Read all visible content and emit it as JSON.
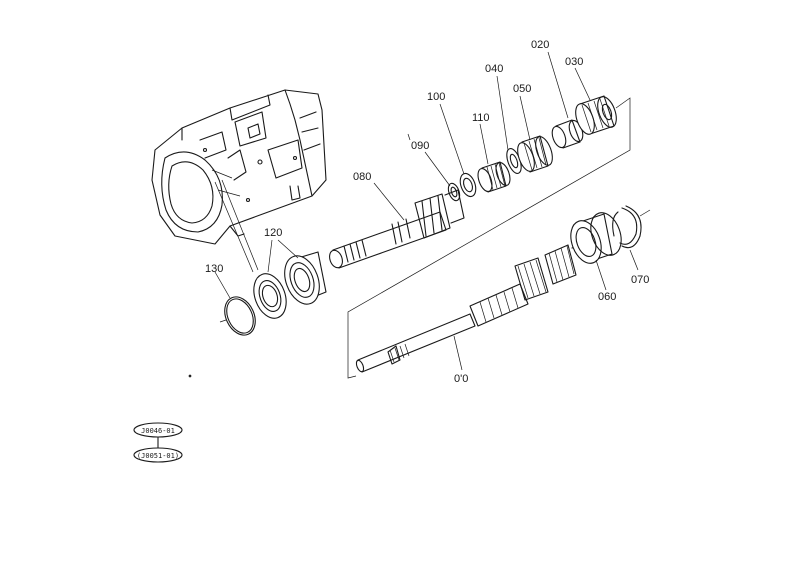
{
  "parts": [
    {
      "id": "p020",
      "label": "020"
    },
    {
      "id": "p030",
      "label": "030"
    },
    {
      "id": "p040",
      "label": "040"
    },
    {
      "id": "p050",
      "label": "050"
    },
    {
      "id": "p100",
      "label": "100"
    },
    {
      "id": "p110",
      "label": "110"
    },
    {
      "id": "p090",
      "label": "090"
    },
    {
      "id": "p080",
      "label": "080"
    },
    {
      "id": "p120",
      "label": "120"
    },
    {
      "id": "p130",
      "label": "130"
    },
    {
      "id": "p010",
      "label": "0'0"
    },
    {
      "id": "p060",
      "label": "060"
    },
    {
      "id": "p070",
      "label": "070"
    }
  ],
  "ref_codes": {
    "top": "J0046-01",
    "bottom": "(J0051-01)"
  },
  "colors": {
    "ink": "#1a1a1a",
    "paper": "#ffffff"
  }
}
